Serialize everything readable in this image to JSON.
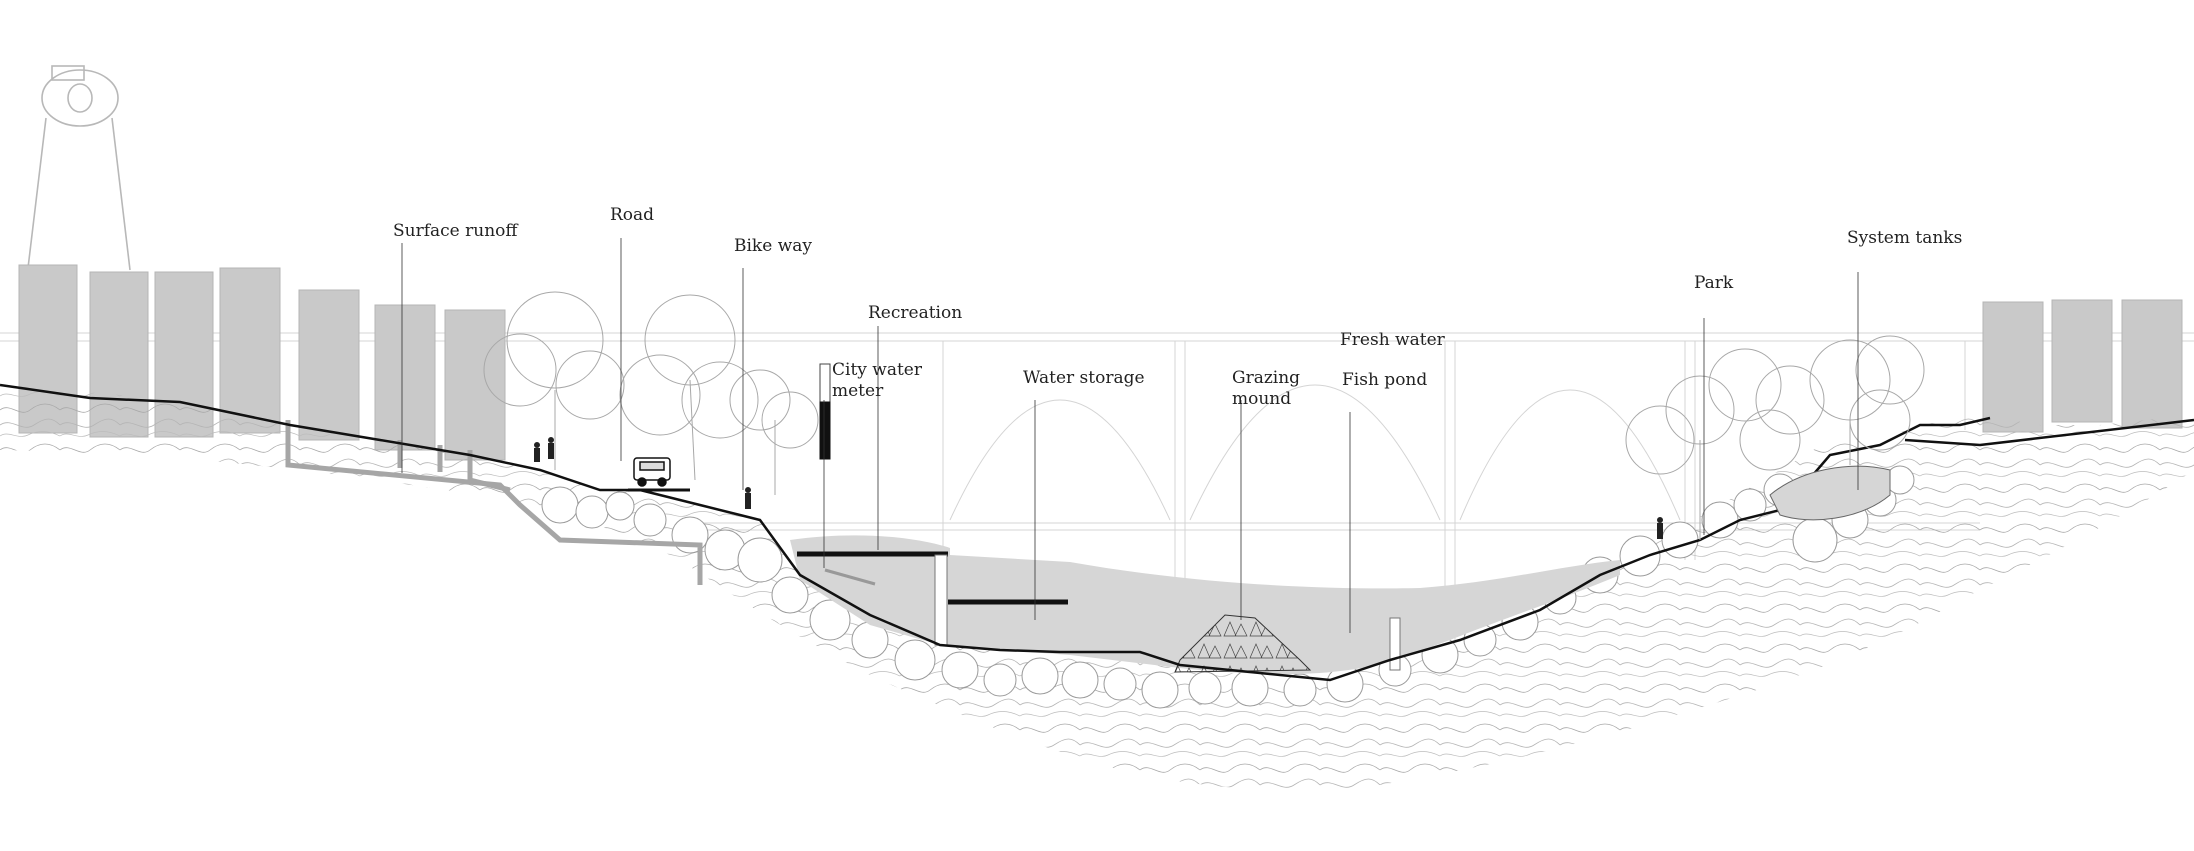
{
  "labels": {
    "surface_runoff": "Surface runoff",
    "road": "Road",
    "bike_way": "Bike way",
    "recreation": "Recreation",
    "city_water_meter": "City water meter",
    "water_storage": "Water storage",
    "grazing_mound": "Grazing mound",
    "fresh_water": "Fresh water",
    "fish_pond": "Fish pond",
    "park": "Park",
    "system_tanks": "System tanks"
  },
  "colors": {
    "building_fill": "#c9c9c9",
    "water_fill": "#d6d6d6",
    "ground_line": "#111111",
    "sketch_line": "#9a9a9a",
    "label_text": "#222222"
  },
  "icons": [
    "water-tower-icon",
    "car-icon",
    "person-icon",
    "tree-icon",
    "boulder-icon"
  ]
}
